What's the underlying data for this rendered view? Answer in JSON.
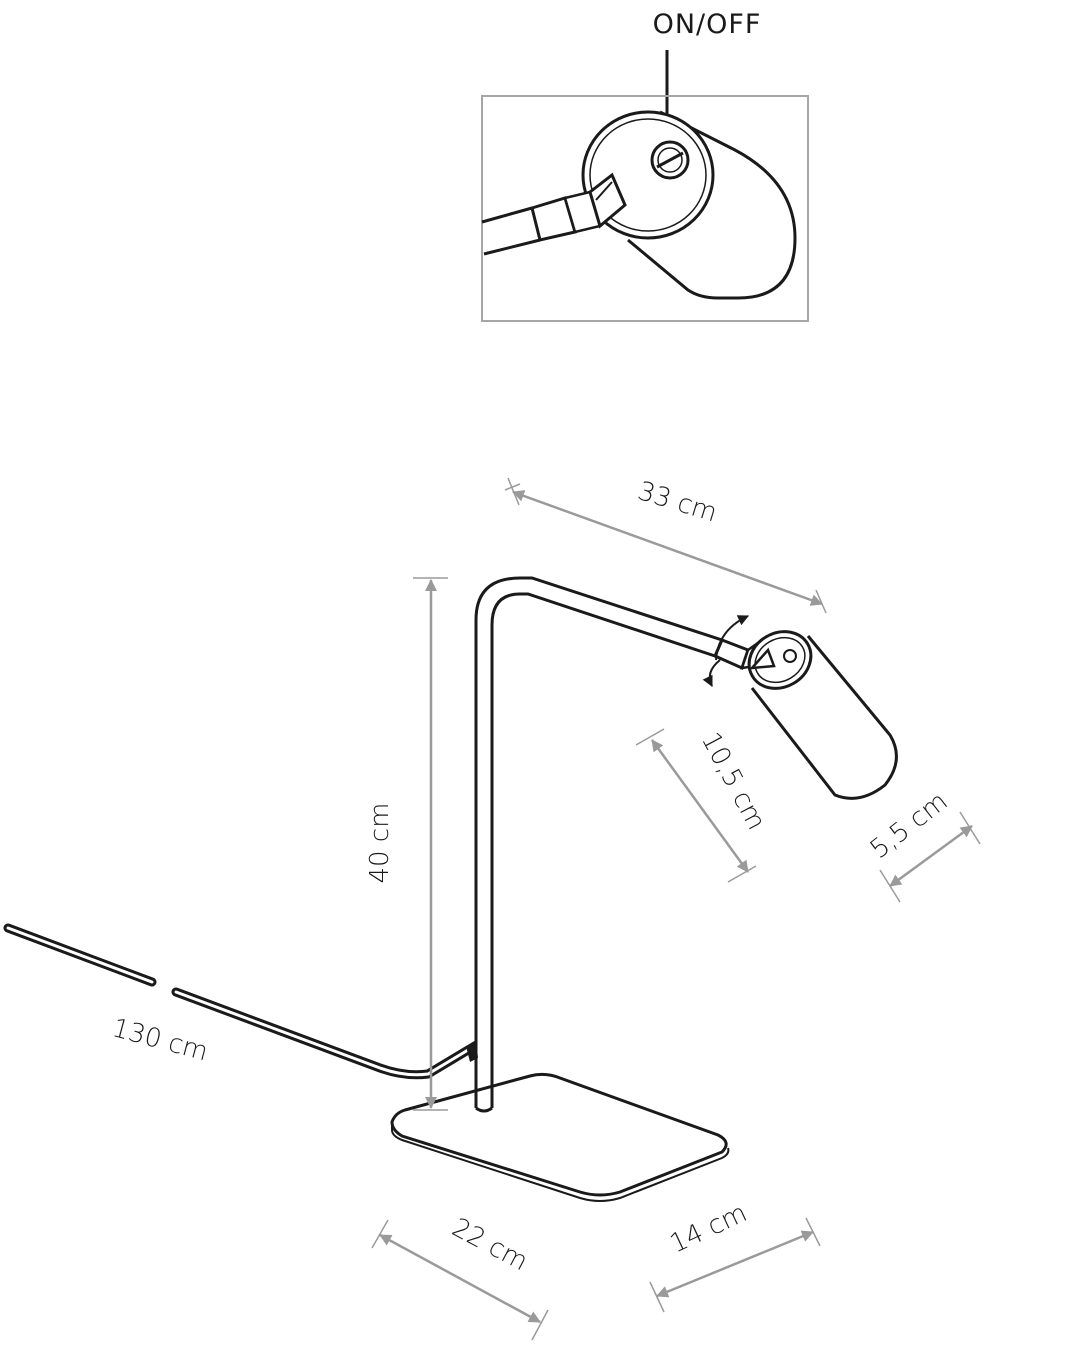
{
  "switch_detail": {
    "label": "ON/OFF"
  },
  "dimensions": {
    "arm_length": "33 cm",
    "height": "40 cm",
    "shade_length": "10,5 cm",
    "shade_diameter": "5,5 cm",
    "cable_length": "130 cm",
    "base_length": "22 cm",
    "base_width": "14 cm"
  },
  "colors": {
    "line": "#1a1a1a",
    "dimension": "#9a9a9a",
    "frame": "#a6a6a6"
  }
}
